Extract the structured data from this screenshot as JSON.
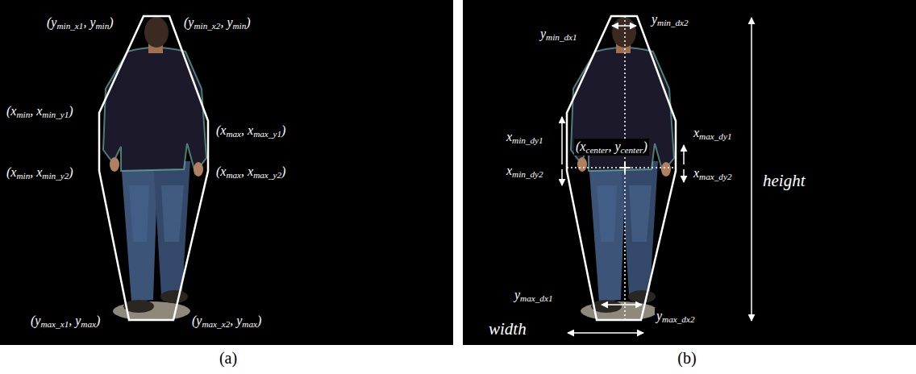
{
  "diagram": {
    "labels": [
      "(ymin_x1, ymin)",
      "(ymin_x2, ymin)",
      "(xmin, xmin_y1)",
      "(xmax, xmax_y1)",
      "(xmin, xmin_y2)",
      "(xmax, xmax_y2)",
      "(ymax_x1, ymax)",
      "(ymax_x2, ymax)",
      "(a)",
      "ymin_dx1",
      "ymin_dx2",
      "xmin_dy1",
      "xmin_dy2",
      "(xcenter, ycenter)",
      "xmax_dy1",
      "xmax_dy2",
      "height",
      "ymax_dx1",
      "ymax_dx2",
      "width",
      "(b)"
    ]
  }
}
